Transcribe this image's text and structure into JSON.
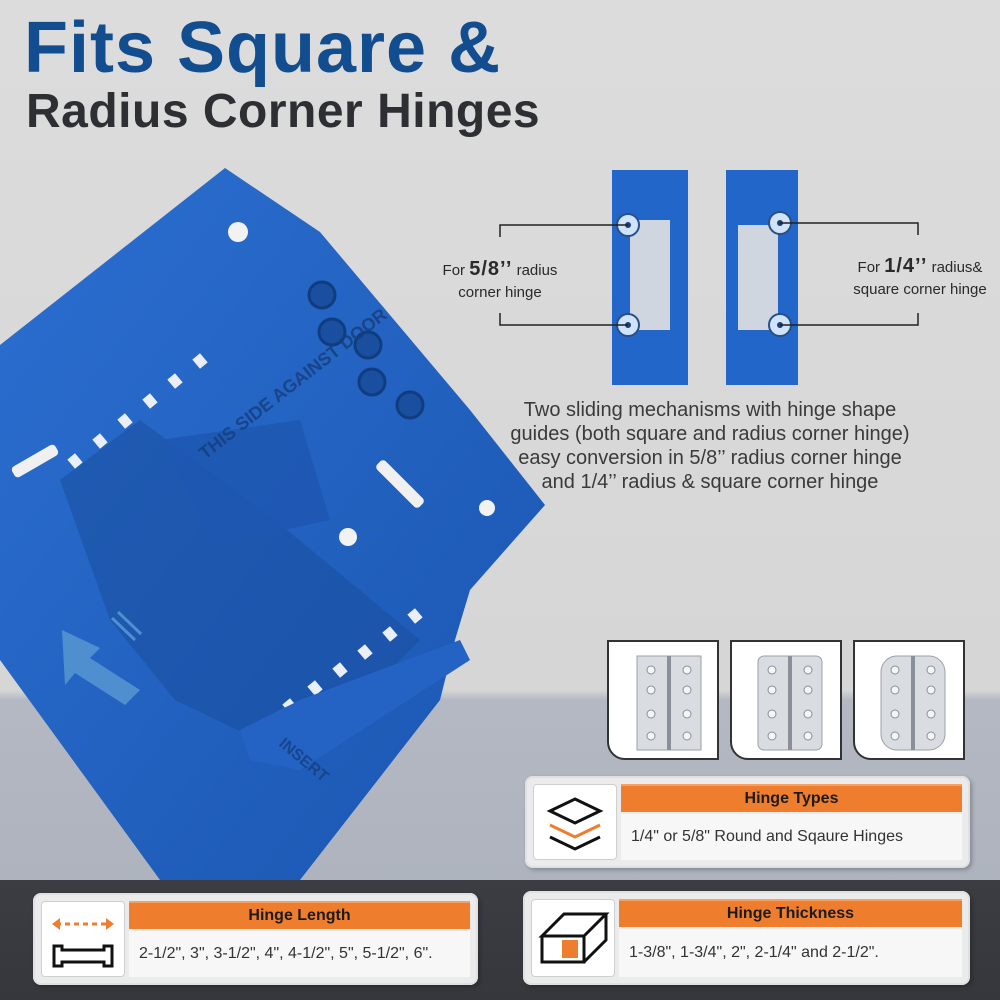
{
  "headline": {
    "line1": "Fits Square &",
    "line2": "Radius Corner Hinges"
  },
  "callouts": {
    "left": {
      "prefix": "For",
      "size": "5/8’’",
      "suffix": "radius",
      "line2": "corner hinge"
    },
    "right": {
      "prefix": "For",
      "size": "1/4’’",
      "suffix": "radius&",
      "line2": "square corner hinge"
    }
  },
  "description": "Two sliding mechanisms with hinge shape guides (both square and radius corner hinge) easy conversion in 5/8’’ radius corner hinge and 1/4’’ radius & square corner hinge",
  "jig_labels": {
    "against_door": "THIS SIDE AGAINST DOOR",
    "insert": "INSERT"
  },
  "hinge_shapes": [
    {
      "name": "square-corner-hinge"
    },
    {
      "name": "quarter-inch-radius-hinge"
    },
    {
      "name": "five-eighths-radius-hinge"
    }
  ],
  "features": {
    "hinge_types": {
      "title": "Hinge Types",
      "text": "1/4\" or 5/8\" Round and Sqaure Hinges",
      "icon": "layers-icon"
    },
    "hinge_length": {
      "title": "Hinge Length",
      "text": "2-1/2\", 3\", 3-1/2\", 4\", 4-1/2\", 5\", 5-1/2\", 6\".",
      "icon": "length-icon"
    },
    "hinge_thickness": {
      "title": "Hinge Thickness",
      "text": "1-3/8\", 1-3/4\", 2\", 2-1/4\" and 2-1/2\".",
      "icon": "thickness-icon"
    }
  },
  "colors": {
    "brand_blue": "#1f5fbf",
    "title_blue": "#114d8f",
    "accent_orange": "#ef7d2e",
    "arrow_blue": "#4f8fd0"
  }
}
